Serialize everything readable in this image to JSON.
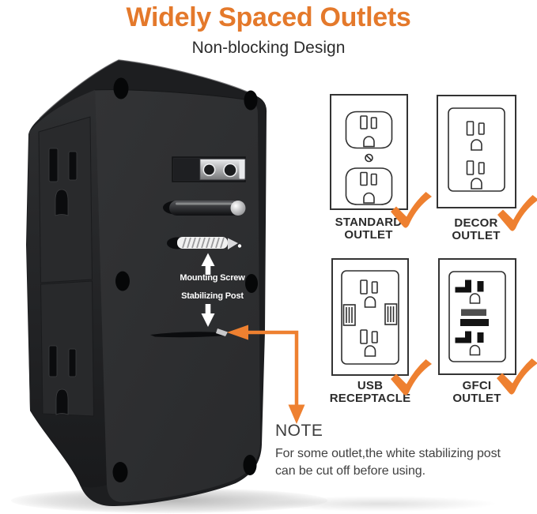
{
  "header": {
    "title": "Widely Spaced Outlets",
    "subtitle": "Non-blocking Design"
  },
  "device": {
    "description": "black wall outlet extender rear view",
    "mounting_screw_label": "Mounting Screw",
    "stabilizing_post_label": "Stabilizing Post"
  },
  "note": {
    "heading": "NOTE",
    "line1": "For some outlet,the white stabilizing post",
    "line2": "can be cut off before using."
  },
  "outlet_cards": [
    {
      "type": "standard",
      "line1": "STANDARD",
      "line2": "OUTLET",
      "checked": true,
      "icon": "duplex-outlet-icon"
    },
    {
      "type": "decor",
      "line1": "DECOR",
      "line2": "OUTLET",
      "checked": true,
      "icon": "decor-outlet-icon"
    },
    {
      "type": "usb",
      "line1": "USB",
      "line2": "RECEPTACLE",
      "checked": true,
      "icon": "usb-outlet-icon"
    },
    {
      "type": "gfci",
      "line1": "GFCI",
      "line2": "OUTLET",
      "checked": true,
      "icon": "gfci-outlet-icon"
    }
  ],
  "colors": {
    "title_orange": "#E4792B",
    "accent_orange": "#EE8030",
    "text_dark": "#2B2B2B",
    "note_text": "#414141",
    "outline_dark": "#2F2F2F",
    "device_back": "#2E2F31",
    "device_side": "#1E1F21",
    "white_label": "#FFFFFF"
  }
}
